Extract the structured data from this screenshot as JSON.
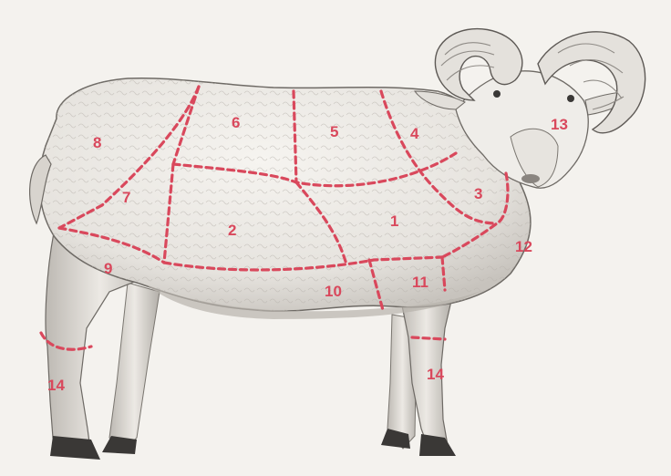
{
  "colors": {
    "background": "#f4f2ee",
    "wool": "#e9e6e1",
    "shadow": "#c9c5bf",
    "outline": "#6e6a65",
    "cut_line": "#d9485c",
    "label": "#d9485c"
  },
  "cut_labels": [
    "1",
    "2",
    "3",
    "4",
    "5",
    "6",
    "7",
    "8",
    "9",
    "10",
    "11",
    "12",
    "13",
    "14",
    "14"
  ]
}
